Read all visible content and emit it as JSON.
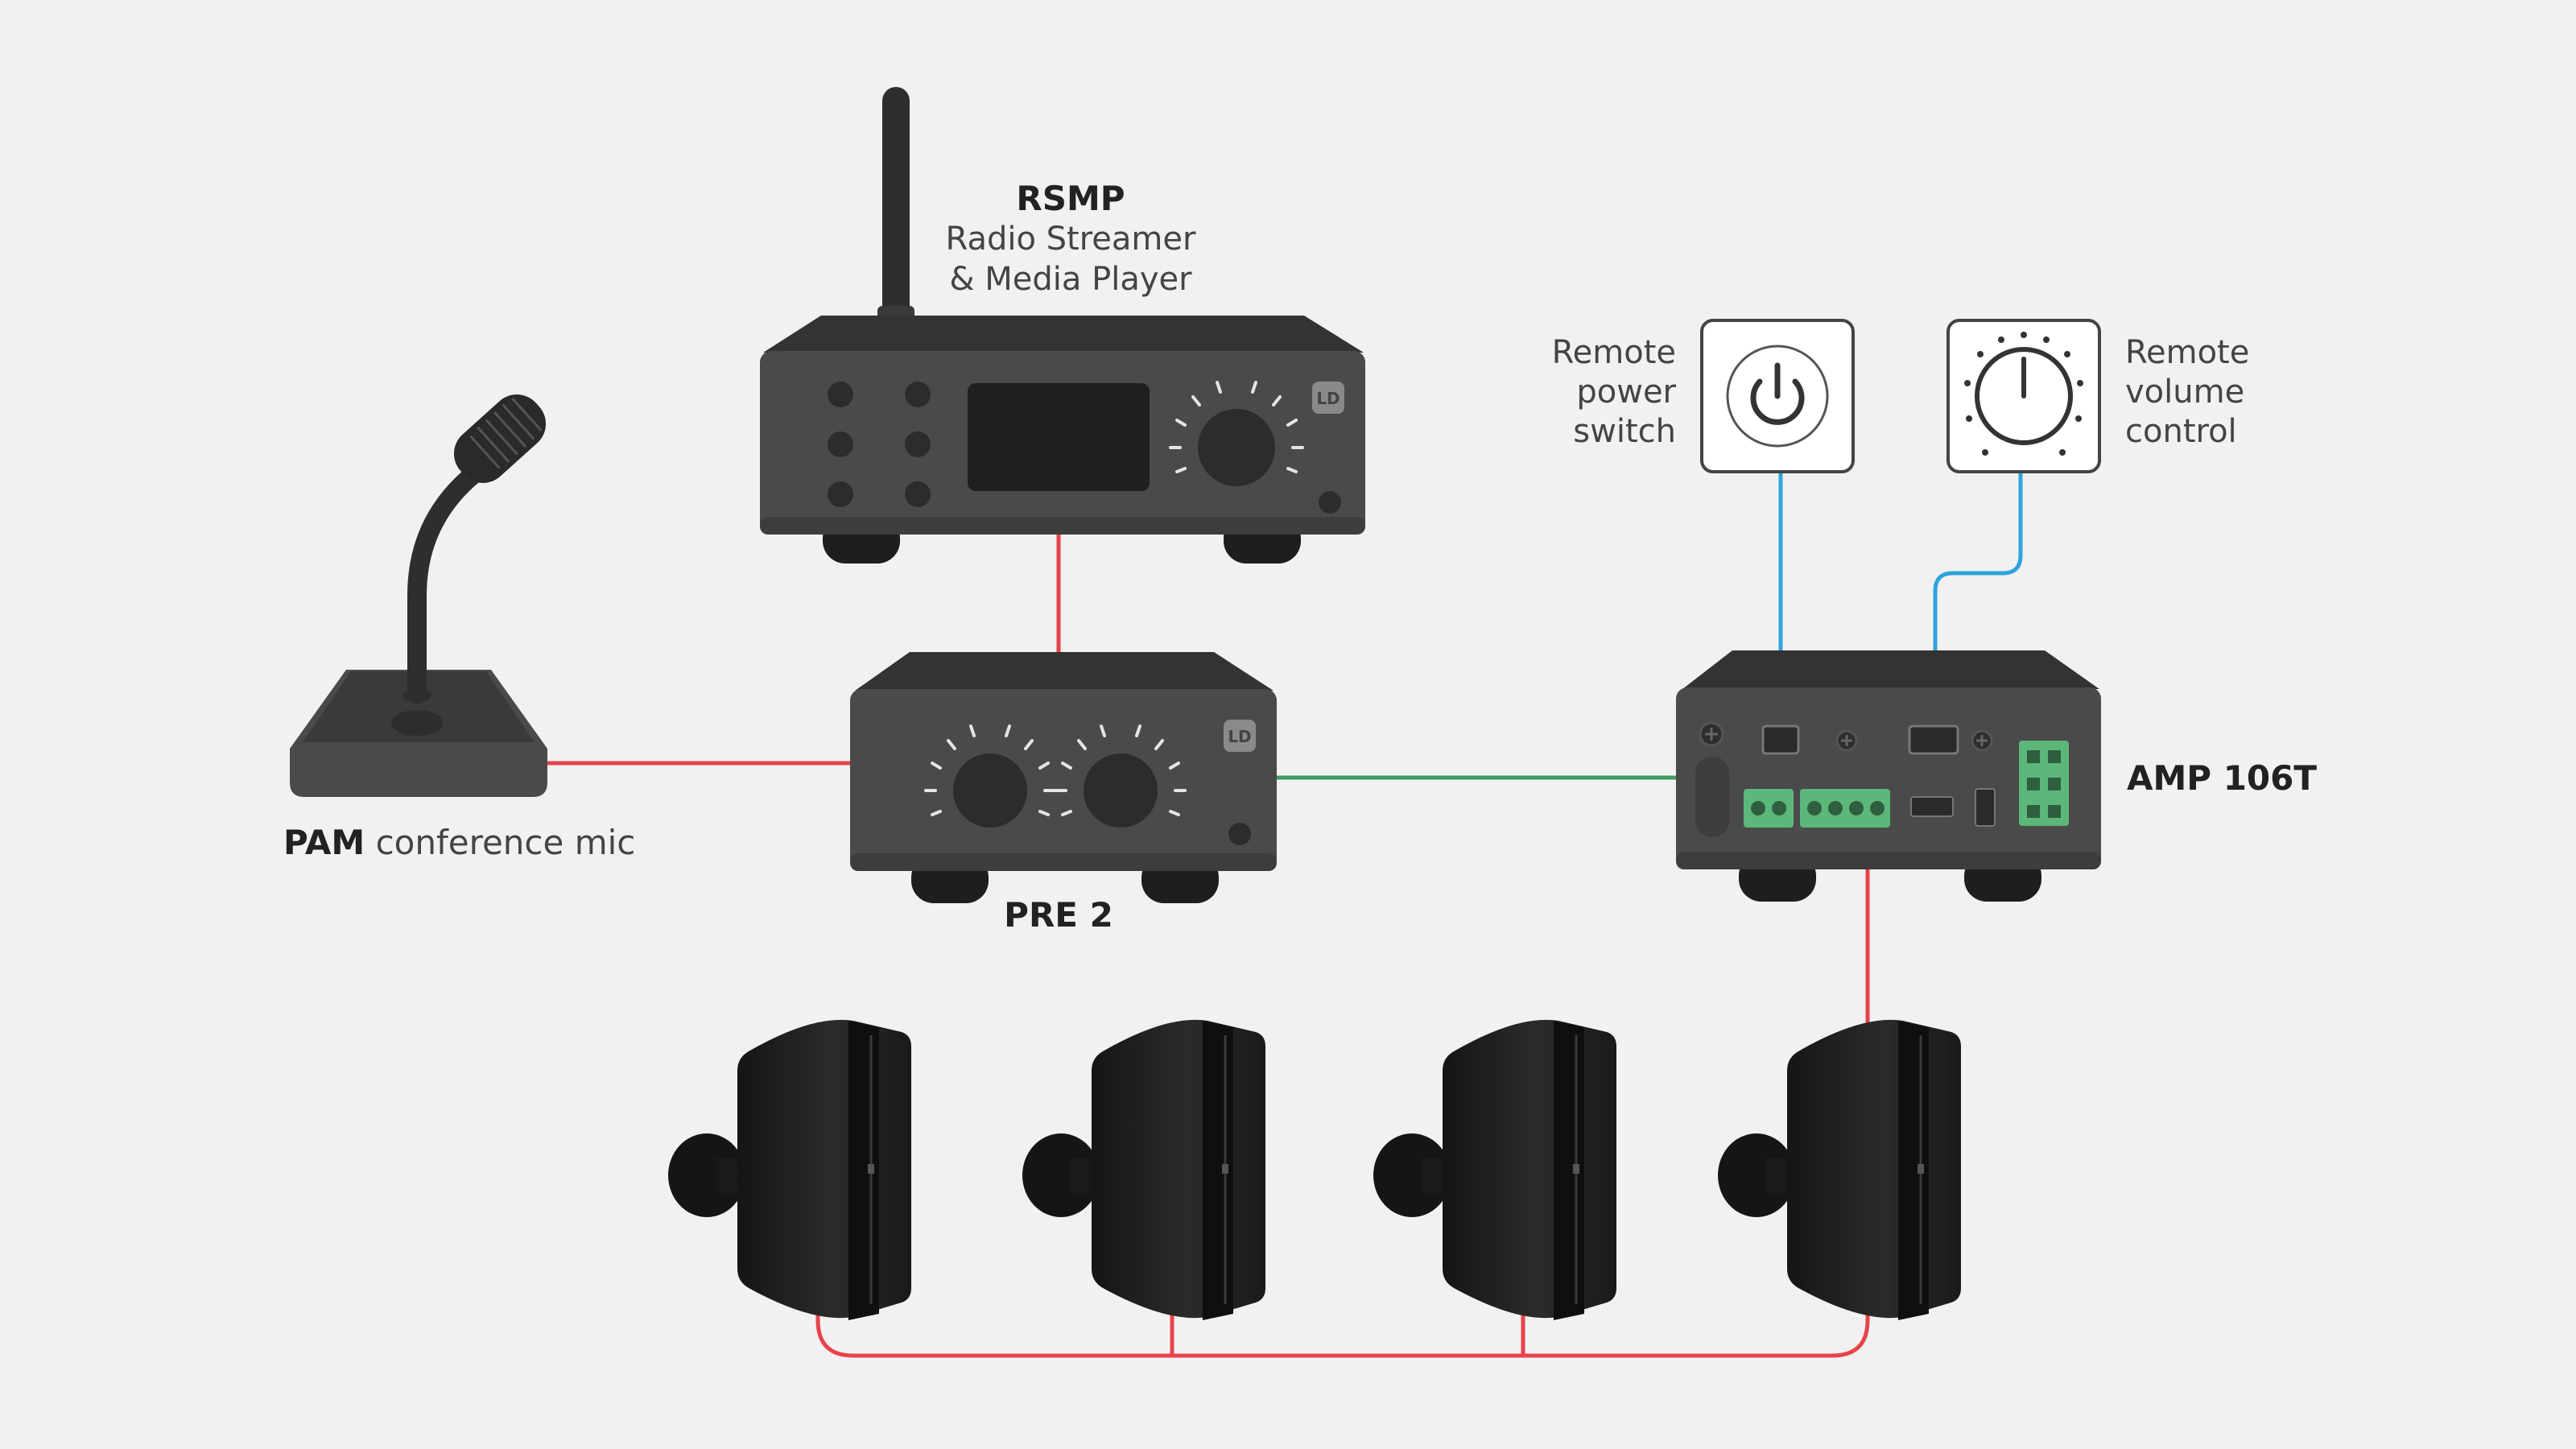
{
  "devices": {
    "rsmp": {
      "name": "RSMP",
      "description_line1": "Radio Streamer",
      "description_line2": "& Media Player",
      "logo": "LD"
    },
    "pre2": {
      "name": "PRE 2",
      "logo": "LD"
    },
    "pam": {
      "name": "PAM",
      "description": "conference mic"
    },
    "amp": {
      "name": "AMP 106T"
    },
    "remote_power": {
      "line1": "Remote",
      "line2": "power",
      "line3": "switch",
      "icon": "power-icon"
    },
    "remote_volume": {
      "line1": "Remote",
      "line2": "volume",
      "line3": "control",
      "icon": "volume-knob-icon"
    },
    "speakers": {
      "count": 4
    }
  },
  "colors": {
    "background": "#f1f1f1",
    "device_body": "#4a4a4a",
    "device_top": "#3a3a3a",
    "speaker_body": "#1f1f1f",
    "audio_line": "#e8434a",
    "line_level": "#3f9a5a",
    "control_line": "#2ea4dc",
    "terminal_green": "#5cb77a"
  }
}
